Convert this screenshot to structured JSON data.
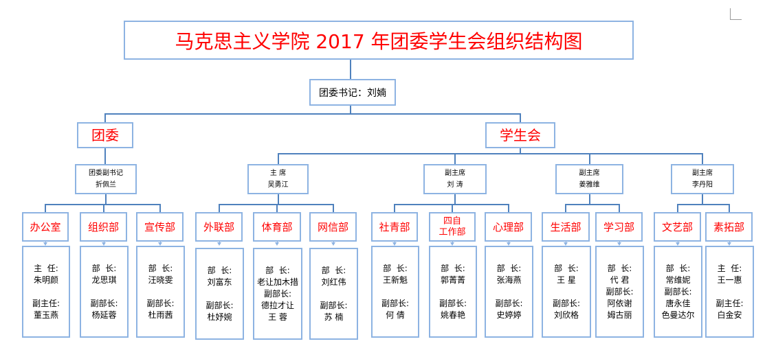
{
  "title": "马克思主义学院 2017 年团委学生会组织结构图",
  "secretary": "团委书记：刘婻",
  "branches": [
    "团委",
    "学生会"
  ],
  "leaders": [
    {
      "role": "团委副书记",
      "name": "折佩兰"
    },
    {
      "role": "主 席",
      "name": "吴勇江"
    },
    {
      "role": "副主席",
      "name": "刘 涛"
    },
    {
      "role": "副主席",
      "name": "姜雅维"
    },
    {
      "role": "副主席",
      "name": "李丹阳"
    }
  ],
  "departments": [
    {
      "name": "办公室",
      "members": "主  任:\n朱明颜\n\n副主任:\n董玉燕"
    },
    {
      "name": "组织部",
      "members": "部  长:\n龙思琪\n\n副部长:\n杨延蓉"
    },
    {
      "name": "宣传部",
      "members": "部  长:\n汪晓雯\n\n副部长:\n杜雨茜"
    },
    {
      "name": "外联部",
      "members": "部  长:\n刘富东\n\n副部长:\n杜妤婉"
    },
    {
      "name": "体育部",
      "members": "部  长:\n老让加木措\n副部长:\n德拉才让\n王 蓉"
    },
    {
      "name": "网信部",
      "members": "部  长:\n刘红伟\n\n副部长:\n苏 楠"
    },
    {
      "name": "社青部",
      "members": "部  长:\n王新魁\n\n副部长:\n何 倩"
    },
    {
      "name": "四自\n工作部",
      "members": "部  长:\n郭菁菁\n\n副部长:\n姚春艳"
    },
    {
      "name": "心理部",
      "members": "部  长:\n张海燕\n\n副部长:\n史婷婷"
    },
    {
      "name": "生活部",
      "members": "部  长:\n王 星\n\n副部长:\n刘欣格"
    },
    {
      "name": "学习部",
      "members": "部  长:\n代 君\n副部长:\n阿依谢\n姆古丽"
    },
    {
      "name": "文艺部",
      "members": "部  长:\n常维妮\n副部长:\n唐永佳\n色曼达尔"
    },
    {
      "name": "素拓部",
      "members": "主  任:\n王一惠\n\n副主任:\n白金安"
    }
  ],
  "colors": {
    "line": "#4f81bd",
    "border": "#8db3e2",
    "accent": "#ff0000"
  }
}
